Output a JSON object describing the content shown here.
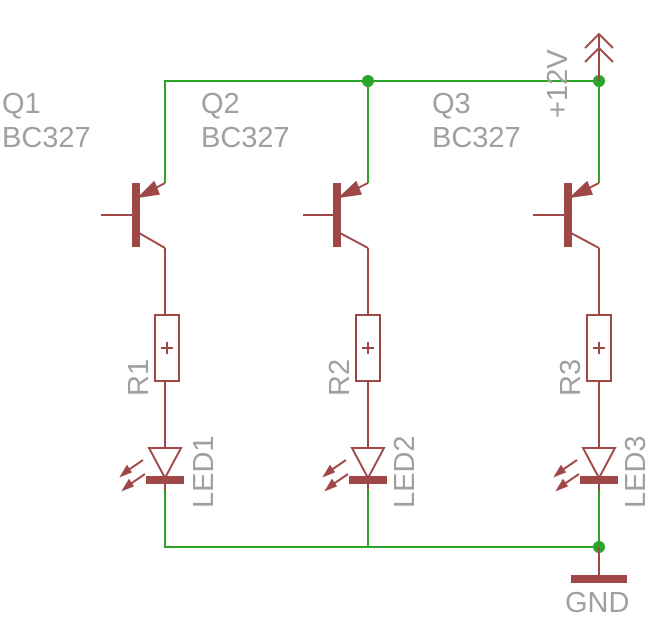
{
  "power": {
    "supply_label": "+12V",
    "ground_label": "GND"
  },
  "transistors": [
    {
      "ref": "Q1",
      "value": "BC327"
    },
    {
      "ref": "Q2",
      "value": "BC327"
    },
    {
      "ref": "Q3",
      "value": "BC327"
    }
  ],
  "resistors": [
    {
      "ref": "R1"
    },
    {
      "ref": "R2"
    },
    {
      "ref": "R3"
    }
  ],
  "leds": [
    {
      "ref": "LED1"
    },
    {
      "ref": "LED2"
    },
    {
      "ref": "LED3"
    }
  ],
  "colors": {
    "wire": "#2aa52a",
    "component": "#a04848",
    "label": "#a0a0a0",
    "background": "#ffffff"
  }
}
